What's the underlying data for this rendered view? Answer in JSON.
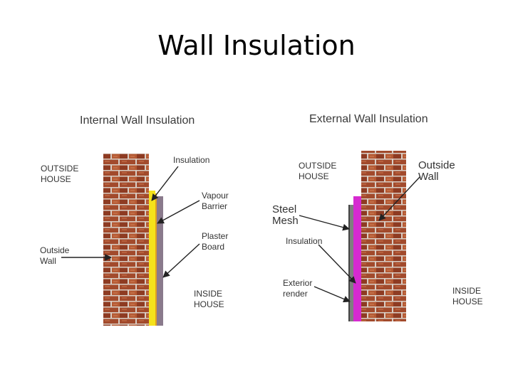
{
  "page": {
    "title": "Wall Insulation"
  },
  "internal": {
    "heading": "Internal Wall Insulation",
    "outside_house": "OUTSIDE\nHOUSE",
    "outside_wall": "Outside\nWall",
    "insulation": "Insulation",
    "vapour_barrier": "Vapour\nBarrier",
    "plaster_board": "Plaster\nBoard",
    "inside_house": "INSIDE\nHOUSE"
  },
  "external": {
    "heading": "External Wall Insulation",
    "outside_house": "OUTSIDE\nHOUSE",
    "outside_wall": "Outside\nWall",
    "steel_mesh": "Steel\nMesh",
    "insulation": "Insulation",
    "exterior_render": "Exterior\nrender",
    "inside_house": "INSIDE\nHOUSE"
  },
  "colors": {
    "brick": "#a24a2c",
    "mortar": "#d8cdc4",
    "insulation_internal": "#f5e21a",
    "vapour_barrier": "#e0a020",
    "plaster_board": "#8a7a8c",
    "insulation_external": "#d62ad0",
    "exterior_render": "#7f7f7f"
  }
}
